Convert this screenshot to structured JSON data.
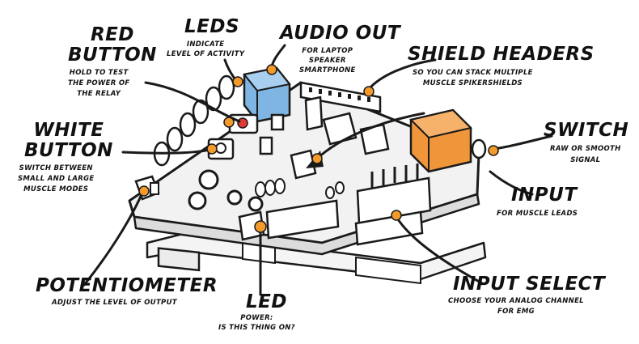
{
  "labels": {
    "red_button": {
      "title_line1": "Red",
      "title_line2": "Button",
      "desc1": "Hold to test",
      "desc2": "the power of",
      "desc3": "the relay"
    },
    "leds": {
      "title": "LEDs",
      "desc1": "indicate",
      "desc2": "level of activity"
    },
    "audio_out": {
      "title": "Audio out",
      "desc1": "For laptop",
      "desc2": "Speaker",
      "desc3": "Smartphone"
    },
    "shield_headers": {
      "title": "Shield headers",
      "desc1": "so you can stack multiple",
      "desc2": "muscle SpikerShields"
    },
    "white_button": {
      "title_line1": "White",
      "title_line2": "Button",
      "desc1": "switch between",
      "desc2": "small and large",
      "desc3": "muscle modes"
    },
    "switch": {
      "title": "Switch",
      "desc1": "Raw or Smooth",
      "desc2": "signal"
    },
    "input": {
      "title": "Input",
      "desc1": "for muscle leads"
    },
    "potentiometer": {
      "title": "Potentiometer",
      "desc1": "adjust the level of output"
    },
    "led": {
      "title": "LED",
      "desc1": "power:",
      "desc2": "Is this thing on?"
    },
    "input_select": {
      "title": "Input select",
      "desc1": "choose your analog channel",
      "desc2": "for EMG"
    }
  },
  "colors": {
    "marker": "#f39a2b",
    "audio_jack": "#7fb5e3",
    "switch_body": "#f0963a",
    "red_button": "#e53935",
    "outline": "#1a1a1a"
  }
}
